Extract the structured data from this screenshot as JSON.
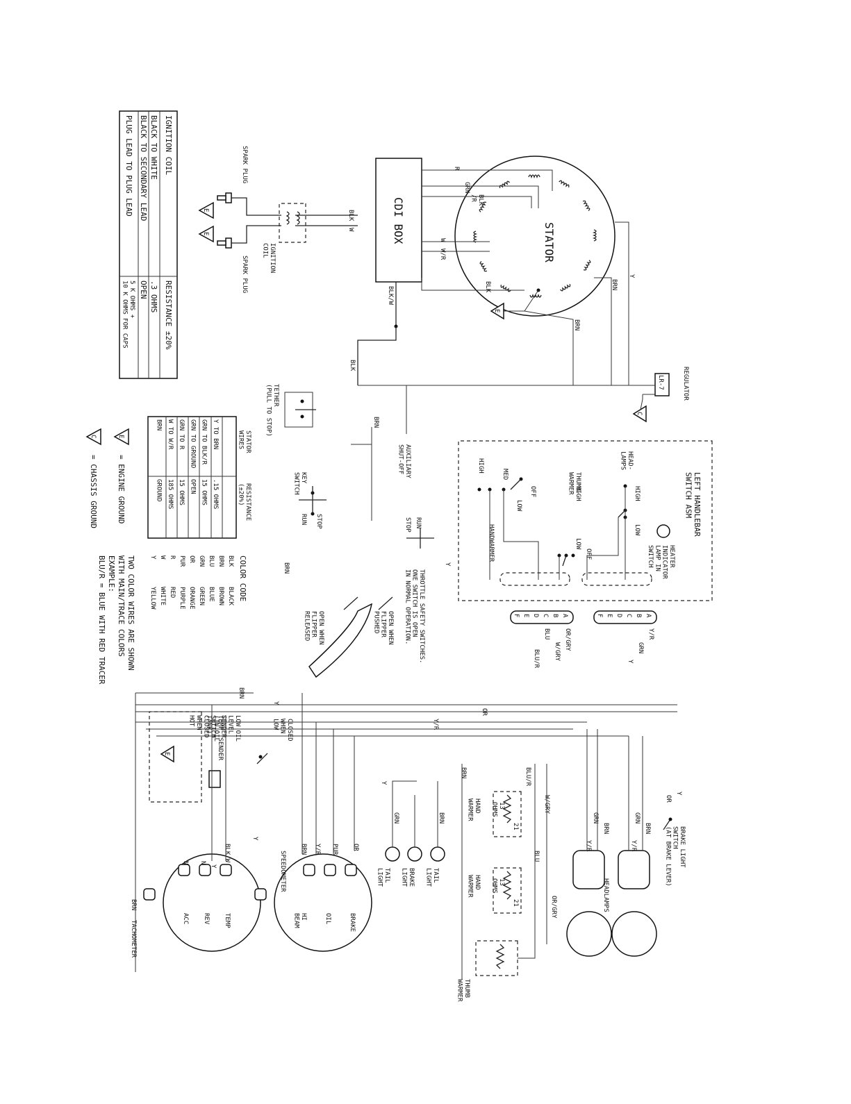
{
  "resistance_table": {
    "title": "IGNITION COIL",
    "resistance_header": "RESISTANCE ±20%",
    "rows": [
      {
        "label": "BLACK TO WHITE",
        "value": ".3 OHMS"
      },
      {
        "label": "BLACK TO SECONDARY LEAD",
        "value": "OPEN"
      },
      {
        "label": "PLUG LEAD TO PLUG LEAD",
        "value": "5 K OHMS +\n10 K OHMS FOR CAPS"
      }
    ]
  },
  "stator_table": {
    "title": "STATOR\nWIRES",
    "resistance_header": "RESISTANCE\n(±20%)",
    "rows": [
      {
        "label": "Y TO BRN",
        "value": ".15 OHMS"
      },
      {
        "label": "GRN TO BLK/R",
        "value": "15 OHMS"
      },
      {
        "label": "GRN TO GROUND",
        "value": "OPEN"
      },
      {
        "label": "GRN TO R",
        "value": "15 OHMS"
      },
      {
        "label": "W TO W/R",
        "value": "185 OHMS"
      },
      {
        "label": "BRN",
        "value": "GROUND"
      }
    ]
  },
  "ground_legend": {
    "engine": "= ENGINE GROUND",
    "chassis": "= CHASSIS GROUND",
    "engine_symbol": "E",
    "chassis_symbol": "C"
  },
  "color_code": {
    "title": "COLOR CODE",
    "items": [
      {
        "abbr": "BLK",
        "name": "BLACK"
      },
      {
        "abbr": "BRN",
        "name": "BROWN"
      },
      {
        "abbr": "BLU",
        "name": "BLUE"
      },
      {
        "abbr": "GRN",
        "name": "GREEN"
      },
      {
        "abbr": "OR",
        "name": "ORANGE"
      },
      {
        "abbr": "PUR",
        "name": "PURPLE"
      },
      {
        "abbr": "R",
        "name": "RED"
      },
      {
        "abbr": "W",
        "name": "WHITE"
      },
      {
        "abbr": "Y",
        "name": "YELLOW"
      }
    ],
    "note_1": "TWO COLOR WIRES ARE SHOWN",
    "note_2": "WITH MAIN/TRACE COLORS",
    "note_3": "EXAMPLE:",
    "note_4": "BLU/R = BLUE WITH RED TRACER"
  },
  "components": {
    "spark_plug_1": "SPARK PLUG",
    "spark_plug_2": "SPARK PLUG",
    "ignition_coil": "IGNITION\nCOIL",
    "cdi_box": "CDI BOX",
    "stator": "STATOR",
    "regulator": "REGULATOR",
    "regulator_model": "LR-7",
    "tether": "TETHER\n(PULL TO STOP)",
    "key_switch": "KEY\nSWITCH",
    "auxiliary": "AUXILIARY\nSHUT-OFF",
    "throttle": "THROTTLE SAFETY SWITCHES.\nONE SWITCH IS OPEN\nIN NORMAL OPERATION.",
    "open_pushed": "OPEN WHEN\nFLIPPER\nPUSHED",
    "open_released": "OPEN WHEN\nFLIPPER\nRELEASED",
    "left_handlebar": "LEFT HANDLEBAR\nSWITCH ASM",
    "headlamps_switch": "HEAD-\nLAMPS",
    "thumb_warmer_switch": "THUMB-\nWARMER",
    "handwarmer_switch": "HANDWARMER",
    "heater_indicator": "HEATER\nINDICATOR\nLAMP IN\nSWITCH",
    "low_oil": "LOW OIL\nLEVEL\nSENDER\n(IN OIL\nTANK)",
    "closed_when_low": "CLOSED\nWHEN\nLOW",
    "temp_sender": "TEMP. SENDER\nSWITCH\nCLOSED\nWHEN\nHOT",
    "tail_light_1": "TAIL\nLIGHT",
    "tail_light_2": "TAIL\nLIGHT",
    "brake_light": "BRAKE\nLIGHT",
    "brake_light_switch": "BRAKE LIGHT\nSWITCH\n(AT BRAKE LEVER)",
    "hand_warmer_1": "HAND\nWARMER",
    "hand_warmer_2": "HAND\nWARMER",
    "thumb_warmer": "THUMB\nWARMER",
    "headlamps": "HEADLAMPS",
    "speedometer": "SPEEDOMETER",
    "tachometer": "TACHOMETER"
  },
  "switch_positions": {
    "high": "HIGH",
    "med": "MED",
    "low": "LOW",
    "off": "OFF",
    "stop": "STOP",
    "run": "RUN"
  },
  "gauges": {
    "speedo_brake": "BRAKE",
    "speedo_oil": "OIL",
    "speedo_hibeam": "HI\nBEAM",
    "tach_temp": "TEMP",
    "tach_rev": "REV",
    "tach_acc": "ACC",
    "nc": "NC"
  },
  "resistor_labels": {
    "ohms_13": "13\nOHMS",
    "ohms_21": "21"
  },
  "connector_pins": [
    "A",
    "B",
    "C",
    "D",
    "E",
    "F"
  ],
  "wires": {
    "r": "R",
    "grn": "GRN",
    "blk_r": "BLK\n/R",
    "blk": "BLK",
    "w": "W",
    "w_r": "W/R",
    "blk_w": "BLK/W",
    "brn": "BRN",
    "y": "Y",
    "or": "OR",
    "y_r": "Y/R",
    "pur": "PUR",
    "blu": "BLU",
    "blu_r": "BLU/R",
    "w_gry": "W/GRY",
    "or_gry": "OR/GRY"
  }
}
